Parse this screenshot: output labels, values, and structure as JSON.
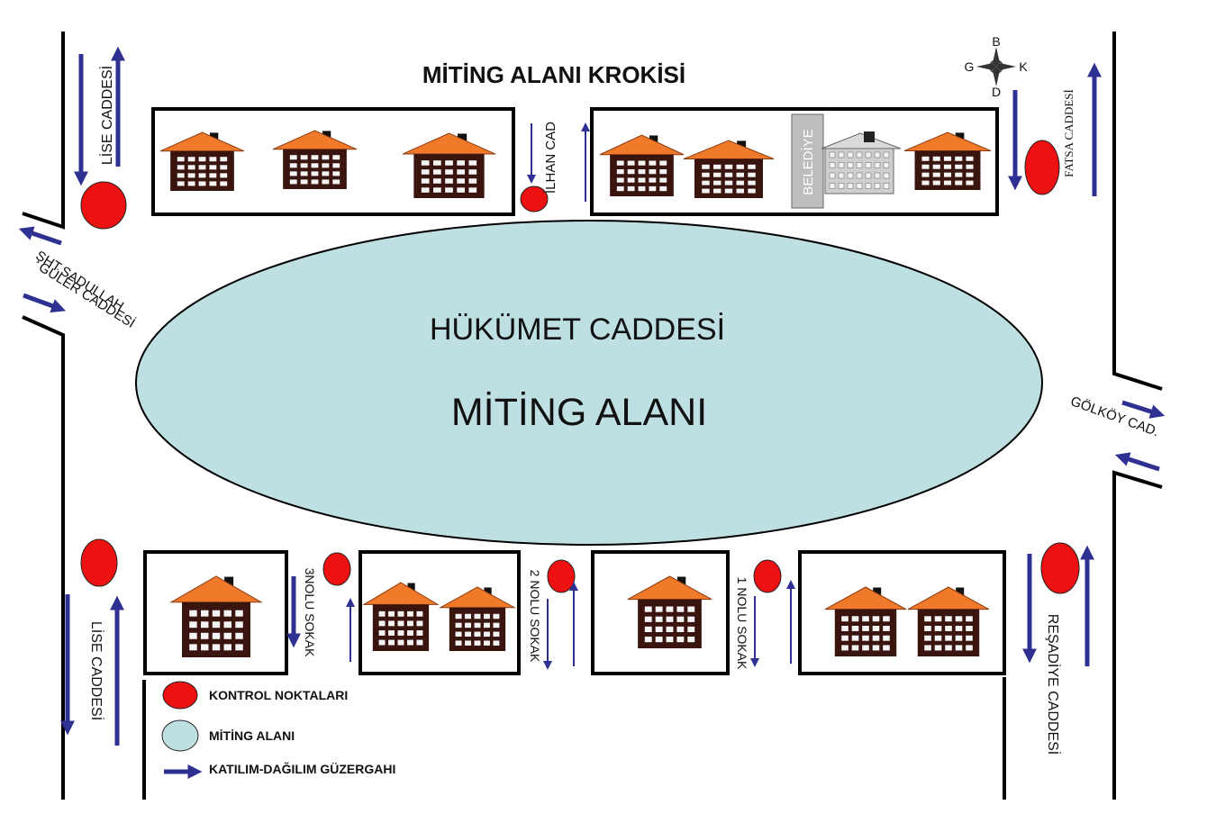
{
  "title": "MİTİNG ALANI KROKİSİ",
  "plaza": {
    "street_name": "HÜKÜMET CADDESİ",
    "area_name": "MİTİNG ALANI"
  },
  "streets": {
    "lise_top": "LİSE CADDESİ",
    "lise_bottom": "LİSE CADDESİ",
    "sadullah_line1": "ŞHT.SADULLAH",
    "sadullah_line2": "GÜLER CADDESİ",
    "ilhan": "İLHAN CAD",
    "fatsa": "FATSA CADDESİ",
    "golkoy": "GÖLKÖY CAD.",
    "resadiye": "REŞADİYE CADDESİ",
    "sokak_3": "3NOLU SOKAK",
    "sokak_2": "2 NOLU SOKAK",
    "sokak_1": "1 NOLU SOKAK"
  },
  "landmark": {
    "belediye": "BELEDİYE"
  },
  "compass": {
    "north": "B",
    "west": "G",
    "east": "K",
    "south": "D"
  },
  "legend": {
    "control_points": "KONTROL NOKTALARI",
    "rally_area": "MİTİNG ALANI",
    "route": "KATILIM-DAĞILIM GÜZERGAHI"
  },
  "colors": {
    "control_point": "#ee1111",
    "plaza_fill": "#bfe0e3",
    "route_arrow": "#2e3192",
    "roof": "#f07a2a",
    "wall": "#3a1510",
    "window": "#f4f4f4"
  }
}
